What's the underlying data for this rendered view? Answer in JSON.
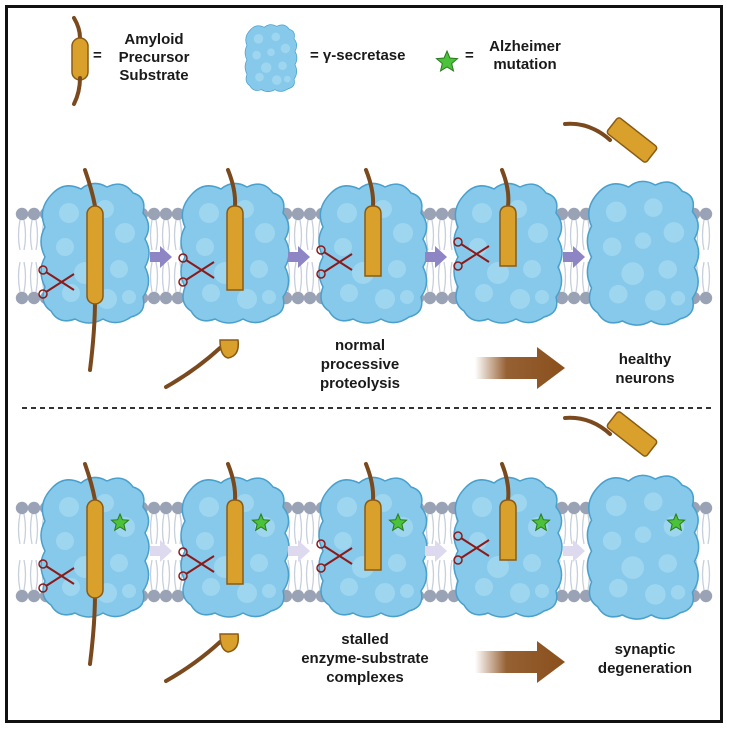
{
  "legend": {
    "substrate_eq": "=",
    "substrate_label": "Amyloid Precursor Substrate",
    "substrate_lines": [
      "Amyloid",
      "Precursor",
      "Substrate"
    ],
    "secretase_label": "= γ-secretase",
    "mutation_eq": "=",
    "mutation_lines": [
      "Alzheimer",
      "mutation"
    ]
  },
  "top_panel": {
    "process_lines": [
      "normal",
      "processive",
      "proteolysis"
    ],
    "outcome_lines": [
      "healthy",
      "neurons"
    ]
  },
  "bottom_panel": {
    "process_lines": [
      "stalled",
      "enzyme-substrate",
      "complexes"
    ],
    "outcome_lines": [
      "synaptic",
      "degeneration"
    ]
  },
  "colors": {
    "secretase": "#86c9ea",
    "secretase_dark": "#5fb3dd",
    "substrate": "#d9a02c",
    "substrate_stroke": "#8a5a14",
    "tail": "#7a4a1e",
    "membrane_head": "#9aa3b5",
    "membrane_tail": "#c7cfdc",
    "arrow_top": "#8e86c4",
    "arrow_bottom": "#ddd9ee",
    "star": "#4cc23a",
    "scissors": "#8b1a1a"
  }
}
